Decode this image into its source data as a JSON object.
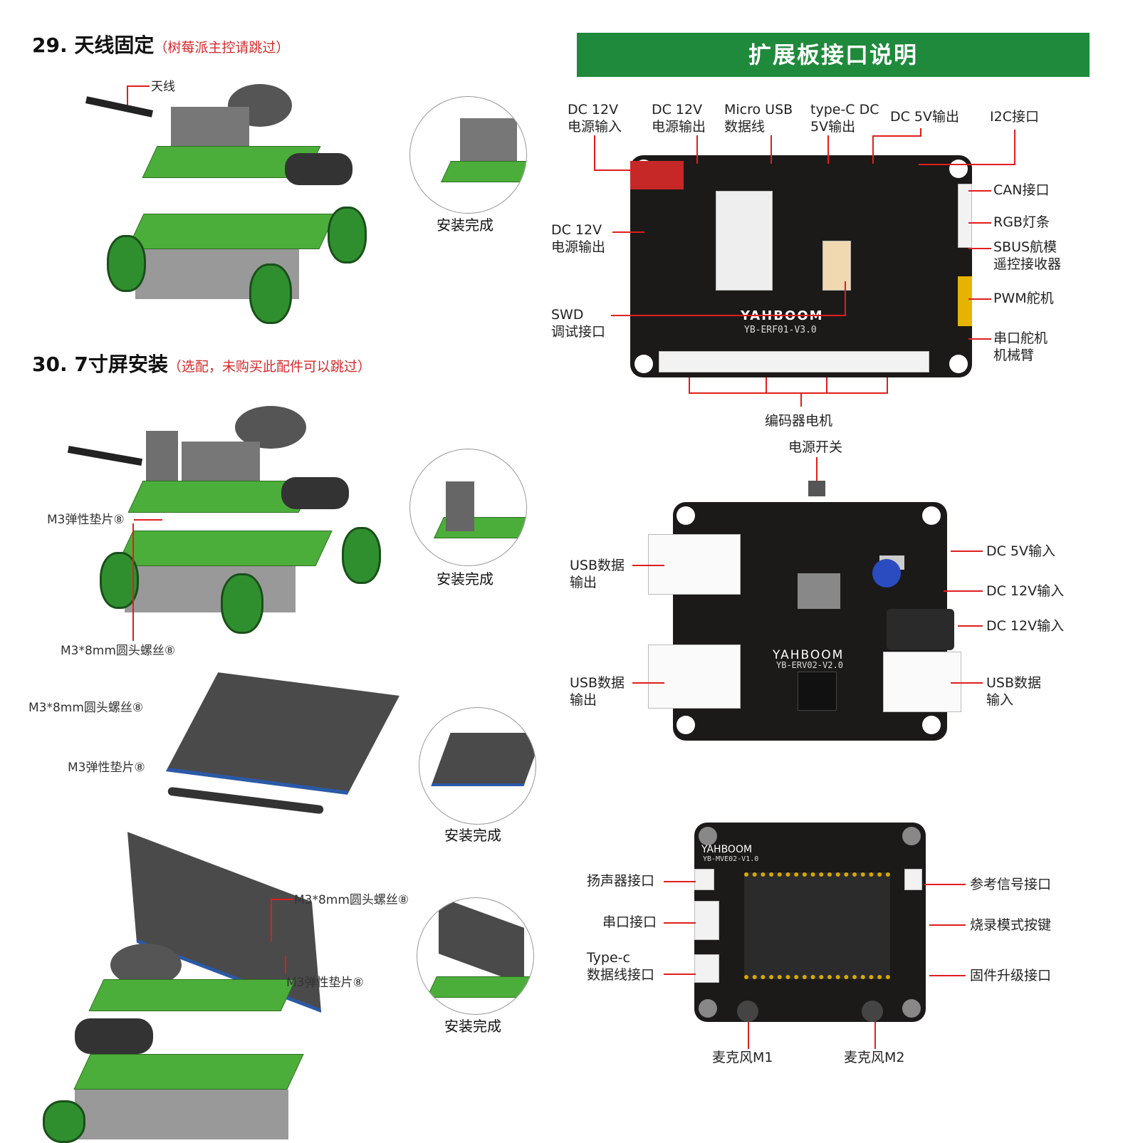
{
  "step29": {
    "title": "29. 天线固定",
    "note": "（树莓派主控请跳过）",
    "antenna_label": "天线",
    "done": "安装完成"
  },
  "step30": {
    "title": "30. 7寸屏安装",
    "note": "（选配，未购买此配件可以跳过）",
    "washer_label": "M3弹性垫片⑧",
    "screw_label": "M3*8mm圆头螺丝⑧",
    "done": "安装完成"
  },
  "screen_steps": [
    {
      "screw_label": "M3*8mm圆头螺丝⑧",
      "washer_label": "M3弹性垫片⑧",
      "done": "安装完成"
    },
    {
      "screw_label": "M3*8mm圆头螺丝⑧",
      "washer_label": "M3弹性垫片⑧",
      "done": "安装完成"
    }
  ],
  "banner": "扩展板接口说明",
  "board1": {
    "silk": "YB-ERF01-V3.0",
    "brand": "YAHBOOM",
    "labels": {
      "dc12_in": [
        "DC 12V",
        "电源输入"
      ],
      "dc12_out_top": [
        "DC 12V",
        "电源输出"
      ],
      "micro_usb": [
        "Micro USB",
        "数据线"
      ],
      "typec": [
        "type-C DC",
        "5V输出"
      ],
      "dc5_out": "DC 5V输出",
      "i2c": "I2C接口",
      "can": "CAN接口",
      "rgb": "RGB灯条",
      "sbus": [
        "SBUS航模",
        "遥控接收器"
      ],
      "pwm": "PWM舵机",
      "serial_servo": [
        "串口舵机",
        "机械臂"
      ],
      "dc12_out_left": [
        "DC 12V",
        "电源输出"
      ],
      "swd": [
        "SWD",
        "调试接口"
      ],
      "encoder": "编码器电机"
    }
  },
  "board2": {
    "silk": "YB-ERV02-V2.0",
    "brand": "YAHBOOM",
    "labels": {
      "power_switch": "电源开关",
      "usb_out1": [
        "USB数据",
        "输出"
      ],
      "usb_out2": [
        "USB数据",
        "输出"
      ],
      "dc5_in": "DC 5V输入",
      "dc12_in1": "DC 12V输入",
      "dc12_in2": "DC 12V输入",
      "usb_in": [
        "USB数据",
        "输入"
      ]
    }
  },
  "board3": {
    "silk": "YB-MVE02-V1.0",
    "brand": "YAHBOOM",
    "labels": {
      "speaker": "扬声器接口",
      "serial": "串口接口",
      "typec": [
        "Type-c",
        "数据线接口"
      ],
      "ref": "参考信号接口",
      "burn": "烧录模式按键",
      "fw": "固件升级接口",
      "mic1": "麦克风M1",
      "mic2": "麦克风M2"
    }
  },
  "colors": {
    "accent_green": "#1f8a3b",
    "leader_red": "#e01e1e",
    "note_red": "#d42a2a"
  }
}
